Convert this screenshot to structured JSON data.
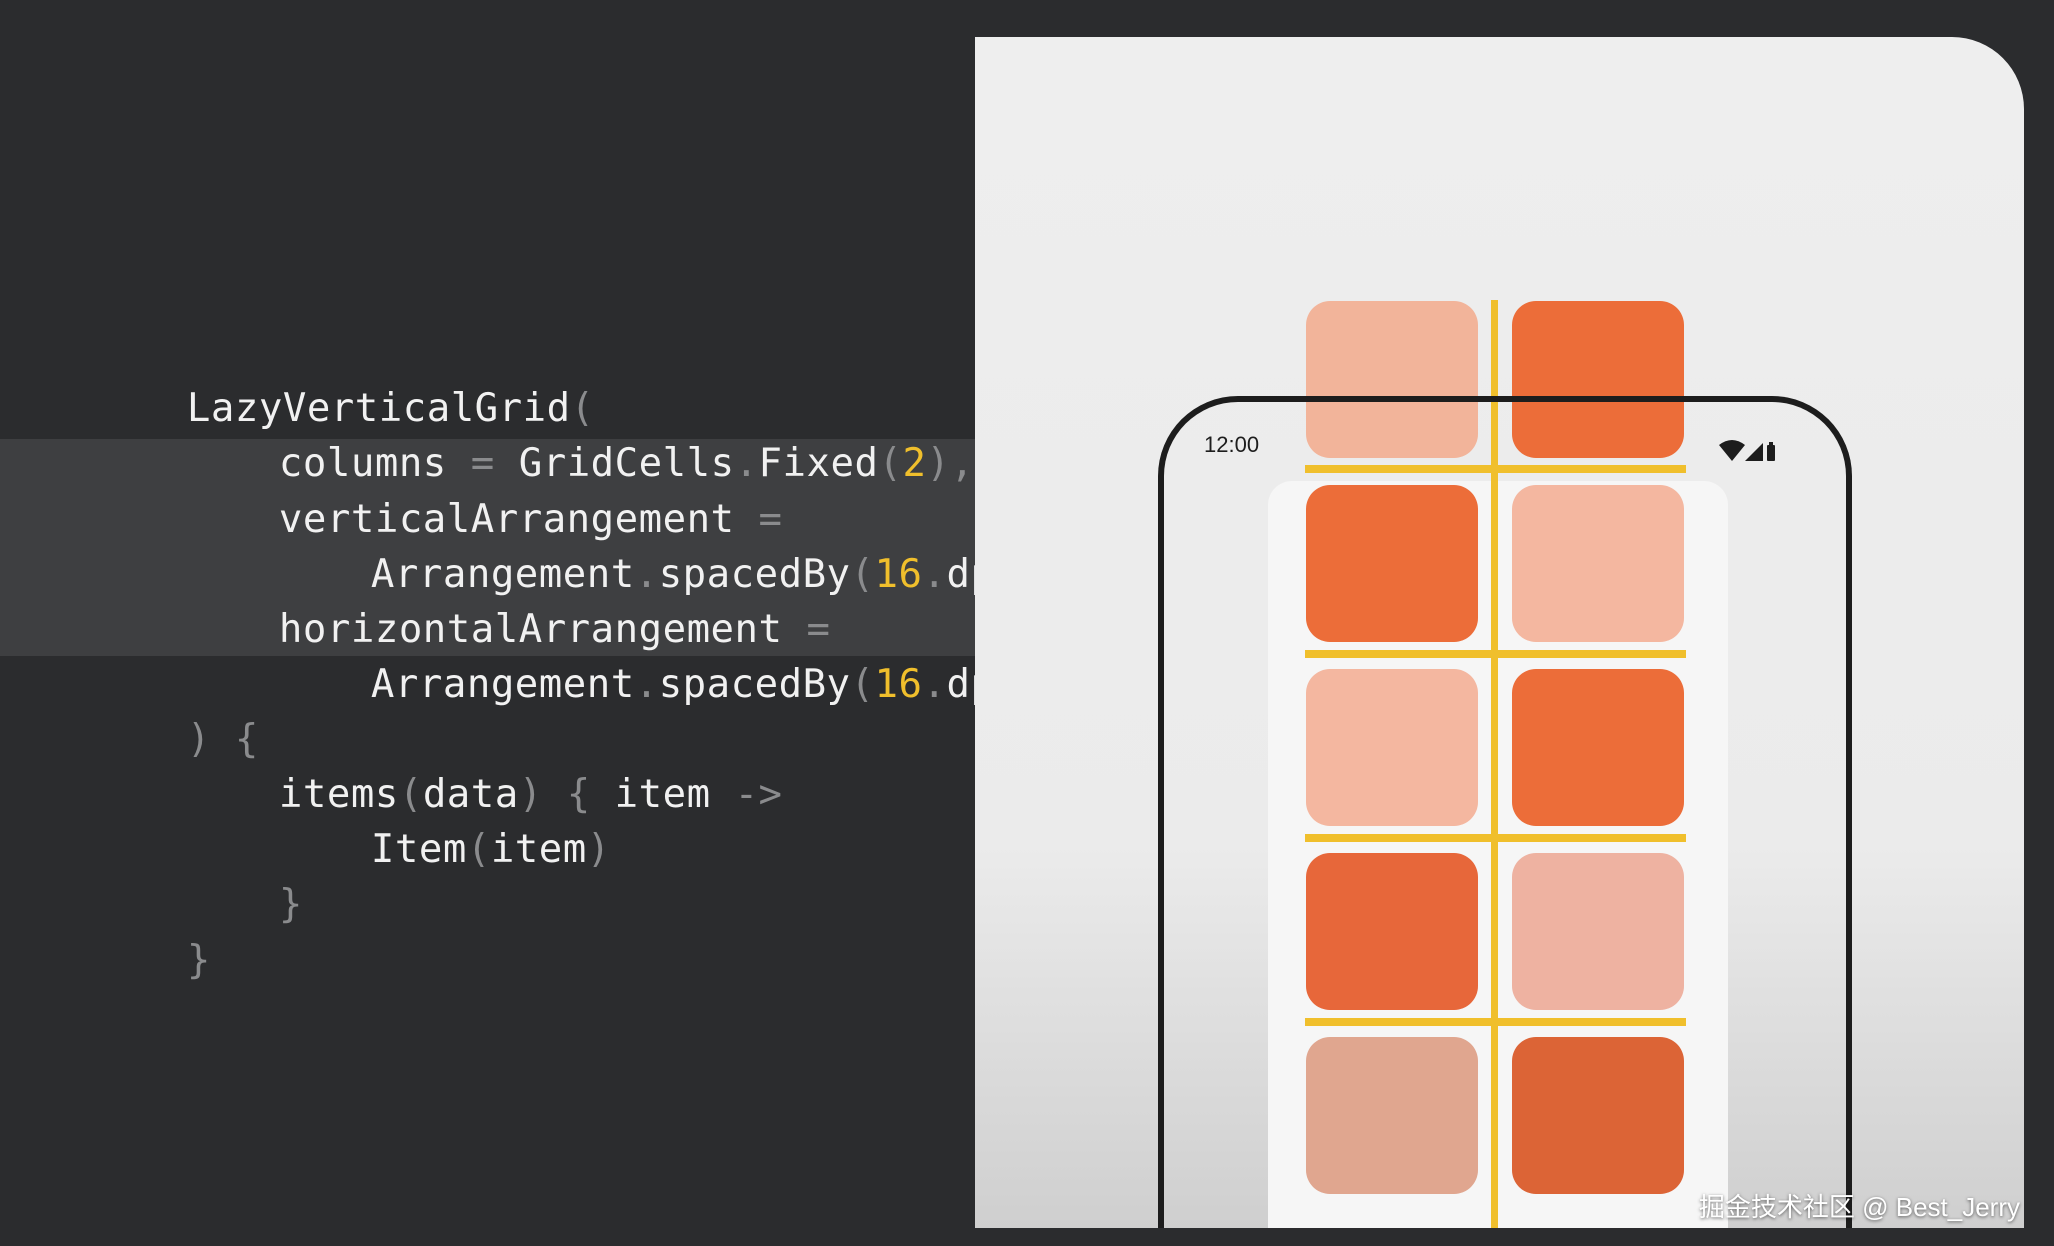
{
  "code": {
    "line1": {
      "a": "LazyVerticalGrid",
      "b": "("
    },
    "line2": {
      "a": "columns ",
      "b": "=",
      "c": " GridCells",
      "d": ".",
      "e": "Fixed",
      "f": "(",
      "g": "2",
      "h": "),"
    },
    "line3": {
      "a": "verticalArrangement ",
      "b": "="
    },
    "line4": {
      "a": "Arrangement",
      "b": ".",
      "c": "spacedBy",
      "d": "(",
      "e": "16",
      "f": ".",
      "g": "dp",
      "h": "),"
    },
    "line5": {
      "a": "horizontalArrangement ",
      "b": "="
    },
    "line6": {
      "a": "Arrangement",
      "b": ".",
      "c": "spacedBy",
      "d": "(",
      "e": "16",
      "f": ".",
      "g": "dp",
      "h": ")"
    },
    "line7": {
      "a": ") {"
    },
    "line8": {
      "a": "items",
      "b": "(",
      "c": "data",
      "d": ")",
      "e": " { ",
      "f": "item ",
      "g": "->"
    },
    "line9": {
      "a": "Item",
      "b": "(",
      "c": "item",
      "d": ")"
    },
    "line10": {
      "a": "}"
    },
    "line11": {
      "a": "}"
    }
  },
  "phone": {
    "status_time": "12:00",
    "icons": [
      "wifi-icon",
      "signal-icon",
      "battery-icon"
    ]
  },
  "grid": {
    "columns": 2,
    "tile_colors": [
      [
        "#f2b49a",
        "#ec6d39"
      ],
      [
        "#ec6d39",
        "#f4b7a0"
      ],
      [
        "#f4b7a0",
        "#ec6d39"
      ],
      [
        "#e7673a",
        "#eeb2a1"
      ],
      [
        "#e0a68f",
        "#dc6436"
      ]
    ],
    "guide_color": "#f0bf2c"
  },
  "colors": {
    "background": "#2b2c2e",
    "highlight": "#3e3f41",
    "number": "#f0bf2c",
    "punctuation": "#8a8b8d"
  },
  "watermark": "掘金技术社区 @ Best_Jerry"
}
